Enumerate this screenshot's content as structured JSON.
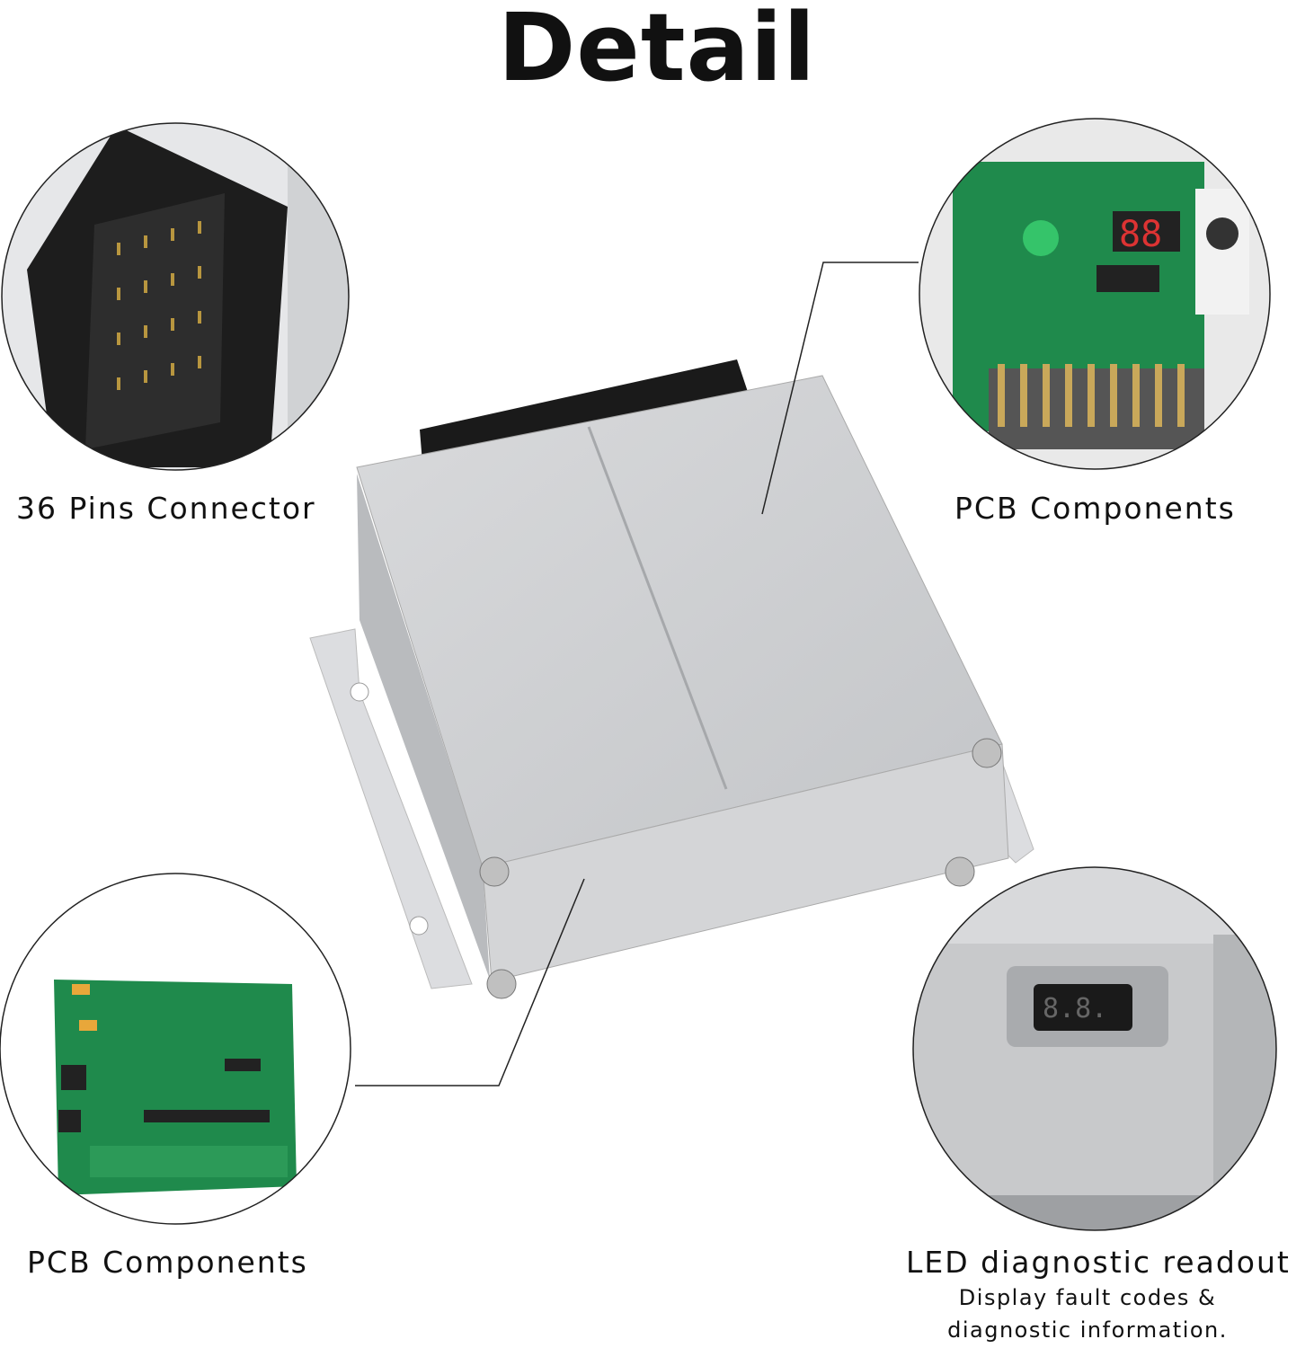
{
  "title": "Detail",
  "callouts": {
    "top_left": {
      "label": "36 Pins Connector"
    },
    "top_right": {
      "label": "PCB Components",
      "led_display": "88"
    },
    "bottom_left": {
      "label": "PCB Components"
    },
    "bottom_right": {
      "label": "LED diagnostic readout",
      "description_line1": "Display fault codes &",
      "description_line2": "diagnostic information.",
      "led_display": "8.8."
    }
  },
  "colors": {
    "pcb_green": "#1f8a4c",
    "aluminum": "#cfd1d4",
    "connector": "#1a1a1a"
  }
}
